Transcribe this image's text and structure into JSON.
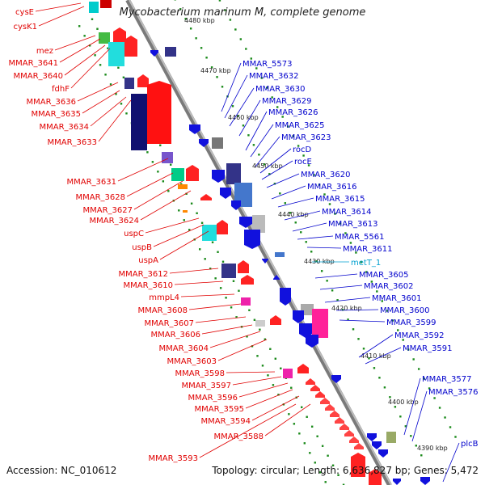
{
  "title": "Mycobacterium marinum M, complete genome",
  "footer": {
    "accession": "Accession: NC_010612",
    "summary": "Topology: circular; Length: 6,636,827 bp; Genes: 5,472"
  },
  "colors": {
    "left_label": "#e00000",
    "right_label": "#0000cc",
    "highlight_label": "#00a0d0",
    "backbone": "#888888",
    "tick": "#1a8a1a"
  },
  "scale_ticks": [
    {
      "label": "4480 kbp"
    },
    {
      "label": "4470 kbp"
    },
    {
      "label": "4460 kbp"
    },
    {
      "label": "4450 kbp"
    },
    {
      "label": "4440 kbp"
    },
    {
      "label": "4430 kbp"
    },
    {
      "label": "4420 kbp"
    },
    {
      "label": "4410 kbp"
    },
    {
      "label": "4400 kbp"
    },
    {
      "label": "4390 kbp"
    }
  ],
  "left_labels": [
    "cysE",
    "cysK1",
    "mez",
    "MMAR_3641",
    "MMAR_3640",
    "fdhF",
    "MMAR_3636",
    "MMAR_3635",
    "MMAR_3634",
    "MMAR_3633",
    "MMAR_3631",
    "MMAR_3628",
    "MMAR_3627",
    "MMAR_3624",
    "uspC",
    "uspB",
    "uspA",
    "MMAR_3612",
    "MMAR_3610",
    "mmpL4",
    "MMAR_3608",
    "MMAR_3607",
    "MMAR_3606",
    "MMAR_3604",
    "MMAR_3603",
    "MMAR_3598",
    "MMAR_3597",
    "MMAR_3596",
    "MMAR_3595",
    "MMAR_3594",
    "MMAR_3588",
    "MMAR_3593"
  ],
  "right_labels": [
    {
      "text": "MMAR_5573",
      "highlight": false
    },
    {
      "text": "MMAR_3632",
      "highlight": false
    },
    {
      "text": "MMAR_3630",
      "highlight": false
    },
    {
      "text": "MMAR_3629",
      "highlight": false
    },
    {
      "text": "MMAR_3626",
      "highlight": false
    },
    {
      "text": "MMAR_3625",
      "highlight": false
    },
    {
      "text": "MMAR_3623",
      "highlight": false
    },
    {
      "text": "rocD",
      "highlight": false
    },
    {
      "text": "rocE",
      "highlight": false
    },
    {
      "text": "MMAR_3620",
      "highlight": false
    },
    {
      "text": "MMAR_3616",
      "highlight": false
    },
    {
      "text": "MMAR_3615",
      "highlight": false
    },
    {
      "text": "MMAR_3614",
      "highlight": false
    },
    {
      "text": "MMAR_3613",
      "highlight": false
    },
    {
      "text": "MMAR_5561",
      "highlight": false
    },
    {
      "text": "MMAR_3611",
      "highlight": false
    },
    {
      "text": "metT_1",
      "highlight": true
    },
    {
      "text": "MMAR_3605",
      "highlight": false
    },
    {
      "text": "MMAR_3602",
      "highlight": false
    },
    {
      "text": "MMAR_3601",
      "highlight": false
    },
    {
      "text": "MMAR_3600",
      "highlight": false
    },
    {
      "text": "MMAR_3599",
      "highlight": false
    },
    {
      "text": "MMAR_3592",
      "highlight": false
    },
    {
      "text": "MMAR_3591",
      "highlight": false
    },
    {
      "text": "MMAR_3577",
      "highlight": false
    },
    {
      "text": "MMAR_3576",
      "highlight": false
    },
    {
      "text": "plcB",
      "highlight": false
    }
  ]
}
